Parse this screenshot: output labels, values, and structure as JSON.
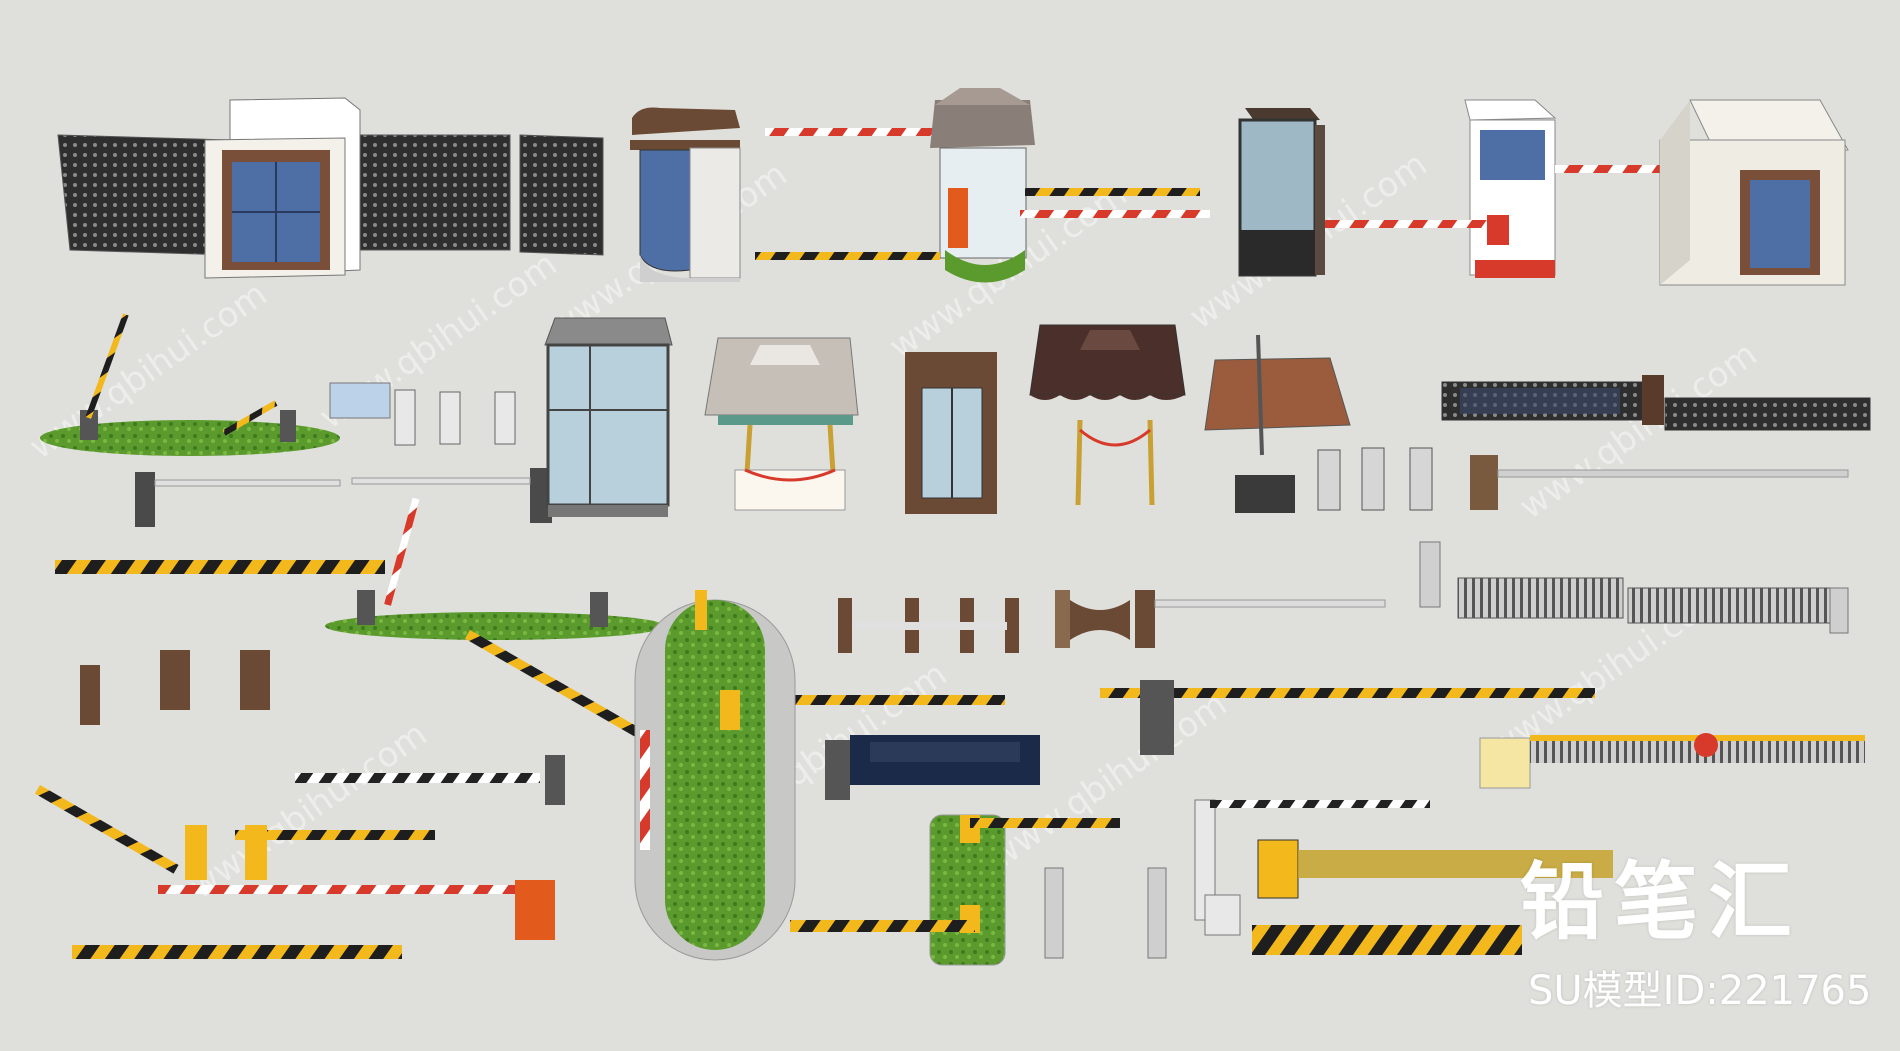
{
  "brand": {
    "logo_text": "铅笔汇",
    "model_id_label": "SU模型ID:221765"
  },
  "watermark": {
    "text": "www.qbihui.com"
  },
  "palette": {
    "background": "#dfe0db",
    "barrier_yellow": "#f2b81c",
    "barrier_black": "#1e1e1e",
    "booth_brown": "#6b4a35",
    "glass_blue": "#4d6fa6",
    "grass_green": "#5b9a2c",
    "warning_red": "#d73a2a"
  },
  "objects": [
    "sentry-box-with-fence",
    "curved-glass-guard-booth",
    "hip-roof-toll-booth-with-barriers",
    "dark-glass-kiosk",
    "white-booth-with-boom",
    "white-guard-house",
    "boom-barrier-on-grass-island",
    "turnstile-row",
    "glass-guard-booth",
    "canopy-post",
    "brown-glass-booth",
    "tent-post-with-rope",
    "umbrella-post",
    "retractable-gate",
    "flap-turnstiles",
    "folding-barriers",
    "parking-island",
    "sliding-gate",
    "stop-sign-fence-barrier",
    "tire-killer-spikes"
  ]
}
